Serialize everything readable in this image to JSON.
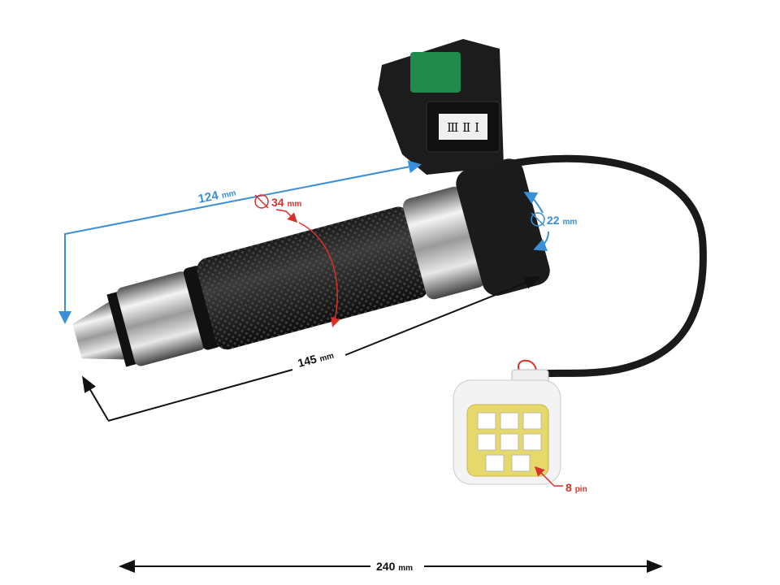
{
  "dimensions": {
    "grip_length": {
      "value": "124",
      "unit": "mm"
    },
    "grip_diameter": {
      "value": "34",
      "unit": "mm"
    },
    "handlebar_diameter": {
      "value": "22",
      "unit": "mm"
    },
    "total_grip_length": {
      "value": "145",
      "unit": "mm"
    },
    "connector": {
      "value": "8",
      "unit": "pin"
    },
    "cable_length": {
      "value": "240",
      "unit": "mm"
    }
  },
  "switch": {
    "mode_label": "Ⅲ Ⅱ Ⅰ"
  },
  "colors": {
    "blue_annotation": "#3a8fd9",
    "red_annotation": "#d9302a",
    "black_annotation": "#111111",
    "button_green": "#1f8a4c",
    "connector_yellow": "#e6d86a"
  }
}
